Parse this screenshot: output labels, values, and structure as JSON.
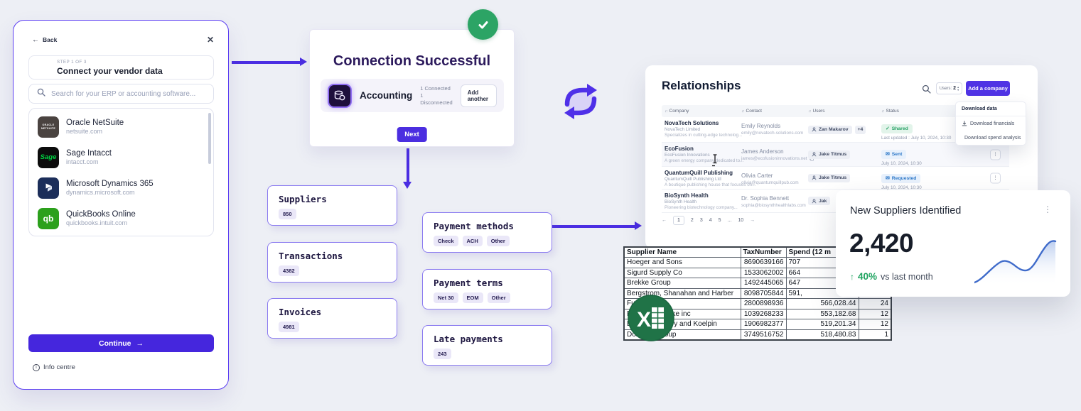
{
  "colors": {
    "accent": "#4b2ee0",
    "success_green": "#2ca465",
    "status_shared": "#26a164",
    "status_sent": "#2e79c9",
    "excel_green": "#207347",
    "qb_green": "#2ca01c",
    "sage_green": "#00d141",
    "sparkline_blue": "#3f6bca"
  },
  "icons": {
    "back": "←",
    "close": "✕",
    "arrow_right": "→",
    "info": "i",
    "sort": "↓↑",
    "kebab": "⋮",
    "check": "✓",
    "envelope": "✉",
    "up_arrow": "↑",
    "page_prev": "←",
    "page_next": "→",
    "stepper_up": "▴",
    "stepper_down": "▾"
  },
  "modal": {
    "back_label": "Back",
    "step_label": "STEP 1 OF 3",
    "title": "Connect your vendor data",
    "search_placeholder": "Search for your ERP or accounting software...",
    "erp_items": [
      {
        "name": "Oracle NetSuite",
        "domain": "netsuite.com",
        "logo_line1": "ORACLE",
        "logo_line2": "NETSUITE"
      },
      {
        "name": "Sage Intacct",
        "domain": "intacct.com",
        "logo_text": "Sage"
      },
      {
        "name": "Microsoft Dynamics 365",
        "domain": "dynamics.microsoft.com"
      },
      {
        "name": "QuickBooks Online",
        "domain": "quickbooks.intuit.com",
        "logo_text": "qb"
      }
    ],
    "continue_label": "Continue",
    "info_label": "Info centre"
  },
  "success": {
    "title": "Connection Successful",
    "integration_name": "Accounting",
    "stat_connected": "1 Connected",
    "stat_disconnected": "1 Disconnected",
    "add_another_label": "Add another",
    "next_label": "Next"
  },
  "flow": {
    "boxes": [
      {
        "title": "Suppliers",
        "badges": [
          "850"
        ]
      },
      {
        "title": "Transactions",
        "badges": [
          "4382"
        ]
      },
      {
        "title": "Invoices",
        "badges": [
          "4981"
        ]
      },
      {
        "title": "Payment methods",
        "badges": [
          "Check",
          "ACH",
          "Other"
        ]
      },
      {
        "title": "Payment terms",
        "badges": [
          "Net 30",
          "EOM",
          "Other"
        ]
      },
      {
        "title": "Late payments",
        "badges": [
          "243"
        ]
      }
    ]
  },
  "relationships": {
    "title": "Relationships",
    "users_label": "Users:",
    "users_value": "2",
    "add_company_label": "Add a company",
    "columns": [
      "Company",
      "Contact",
      "Users",
      "Status"
    ],
    "rows": [
      {
        "company": "NovaTech Solutions",
        "subtitle": "NovaTech Limited",
        "description": "Specializes in cutting-edge technolog...",
        "contact": "Emily Reynolds",
        "email": "emily@novatech-solutions.com",
        "user": "Zan Makarov",
        "user_extra": "+4",
        "status": "Shared",
        "date": "Last updated : July 10, 2024, 10:30"
      },
      {
        "company": "EcoFusion",
        "subtitle": "EcoFusion Innovations",
        "description": "A green energy company dedicated to...",
        "contact": "James Anderson",
        "email": "james@ecofusioninnovations.net",
        "user": "Jake Titmus",
        "status": "Sent",
        "date": "July 10, 2024, 10:30"
      },
      {
        "company": "QuantumQuill Publishing",
        "subtitle": "QuantumQuill Publishing Ltd",
        "description": "A boutique publishing house that focuses on...",
        "contact": "Olivia Carter",
        "email": "olivia@quantumquillpub.com",
        "user": "Jake Titmus",
        "status": "Requested",
        "date": "July 10, 2024, 10:30"
      },
      {
        "company": "BioSynth Health",
        "subtitle": "BioSynth Health",
        "description": "Pioneering biotechnology company...",
        "contact": "Dr. Sophia Bennett",
        "email": "sophia@biosynthhealthlabs.com",
        "user": "Jak"
      }
    ],
    "download_menu": {
      "title": "Download data",
      "items": [
        "Download financials",
        "Download spend analysis"
      ]
    },
    "pagination": {
      "pages": [
        "1",
        "2",
        "3",
        "4",
        "5",
        "...",
        "10"
      ],
      "active": "1"
    }
  },
  "sheet": {
    "headers": [
      "Supplier Name",
      "TaxNumber",
      "Spend (12 m",
      ""
    ],
    "rows": [
      {
        "name": "Hoeger and Sons",
        "tax": "8690639166",
        "spend": "707",
        "col4": ""
      },
      {
        "name": "Sigurd Supply Co",
        "tax": "1533062002",
        "spend": "664",
        "col4": ""
      },
      {
        "name": "Brekke Group",
        "tax": "1492445065",
        "spend": "647",
        "col4": ""
      },
      {
        "name": "Bergstrom, Shanahan and Harber",
        "tax": "8098705844",
        "spend": "591,",
        "col4": ""
      },
      {
        "name": "Fu",
        "tax": "2800898936",
        "spend": "566,028.44",
        "col4": "24"
      },
      {
        "name": "B",
        "name2": "tke inc",
        "tax": "1039268233",
        "spend": "553,182.68",
        "col4": "12"
      },
      {
        "name": "Bo",
        "name2": "y and Koelpin",
        "tax": "1906982377",
        "spend": "519,201.34",
        "col4": "12"
      },
      {
        "name": "Donnelly Group",
        "tax": "3749516752",
        "spend": "518,480.83",
        "col4": "1"
      }
    ]
  },
  "kpi": {
    "title": "New Suppliers Identified",
    "value": "2,420",
    "delta": "40%",
    "delta_note": "vs last month",
    "sparkline": [
      10,
      14,
      26,
      33,
      30,
      25,
      23,
      27,
      42,
      56,
      58
    ]
  }
}
